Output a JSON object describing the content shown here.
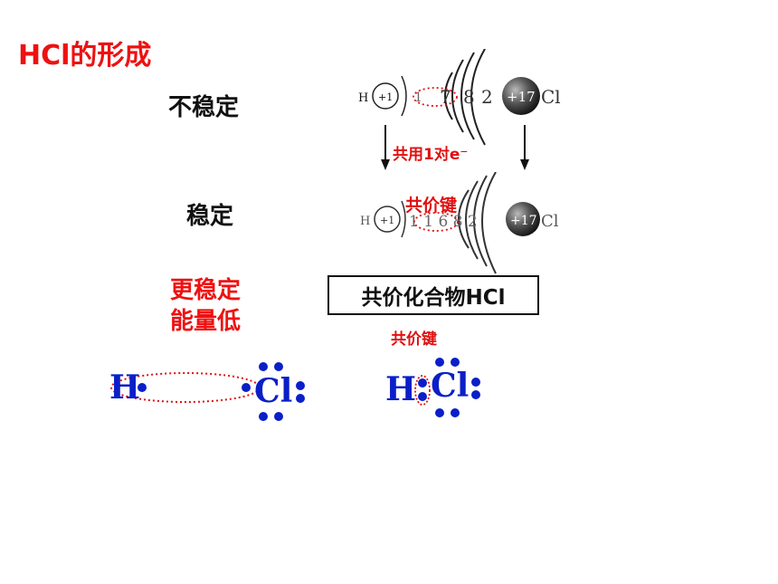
{
  "title": "HCl的形成",
  "left_labels": {
    "unstable": "不稳定",
    "stable": "稳定",
    "more_stable_line1": "更稳定",
    "more_stable_line2": "能量低"
  },
  "top_diagram": {
    "h_symbol": "H",
    "h_nucleus": "+1",
    "h_shell": "1",
    "cl_shells": [
      "7",
      "8",
      "2"
    ],
    "cl_nucleus": "+17",
    "cl_symbol": "Cl"
  },
  "share_label": "共用1对e⁻",
  "mid_diagram": {
    "bond_label": "共价键",
    "h_symbol": "H",
    "h_nucleus": "+1",
    "shells_text": "1 1 6 8 2",
    "cl_nucleus": "+17",
    "cl_symbol": "Cl"
  },
  "compound_box": "共价化合物HCl",
  "bond_label_2": "共价键",
  "lewis_left": {
    "h": "H",
    "cl": "Cl"
  },
  "lewis_right": {
    "h": "H",
    "cl": "Cl"
  },
  "colors": {
    "red": "#ee1111",
    "blue": "#0a1fc8",
    "black": "#111111"
  }
}
